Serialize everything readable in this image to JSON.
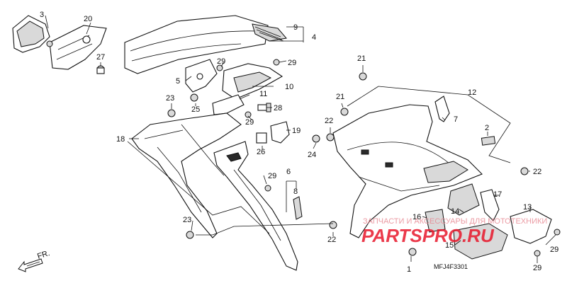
{
  "diagram": {
    "code": "MFJ4F3301",
    "direction_label": "FR.",
    "callouts": {
      "c1": "1",
      "c2": "2",
      "c3": "3",
      "c4": "4",
      "c5": "5",
      "c6": "6",
      "c7": "7",
      "c8": "8",
      "c9": "9",
      "c10": "10",
      "c11": "11",
      "c12": "12",
      "c13": "13",
      "c14": "14",
      "c15": "15",
      "c16": "16",
      "c17": "17",
      "c18": "18",
      "c19": "19",
      "c20": "20",
      "c21a": "21",
      "c21b": "21",
      "c22a": "22",
      "c22b": "22",
      "c22c": "22",
      "c23a": "23",
      "c23b": "23",
      "c24": "24",
      "c25": "25",
      "c26": "26",
      "c27": "27",
      "c28": "28",
      "c29a": "29",
      "c29b": "29",
      "c29c": "29",
      "c29d": "29",
      "c29e": "29",
      "c29f": "29"
    }
  },
  "watermark": {
    "brand": "PARTSPRO.RU",
    "tagline": "ЗАПЧАСТИ И АКСЕССУАРЫ ДЛЯ МОТОТЕХНИКИ"
  },
  "colors": {
    "line": "#111111",
    "watermark": "#e8182c"
  }
}
